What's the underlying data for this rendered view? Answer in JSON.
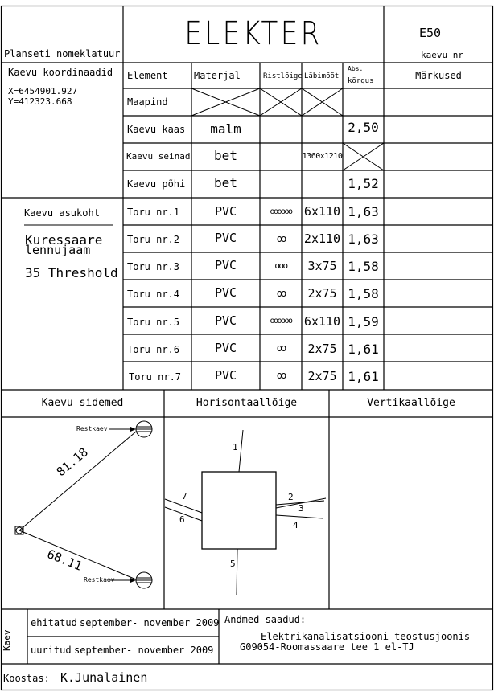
{
  "header": {
    "title": "ELEKTER",
    "nomenclature_label": "Planseti nomeklatuur",
    "well_number": "E50",
    "well_number_label": "kaevu nr"
  },
  "coordinates": {
    "label": "Kaevu koordinaadid",
    "x": "X=6454901.927",
    "y": "Y=412323.668"
  },
  "table": {
    "headers": {
      "element": "Element",
      "material": "Materjal",
      "cross": "Ristlõige",
      "diameter": "Läbimõõt",
      "abs_line1": "Abs.",
      "abs_line2": "kõrgus",
      "notes": "Märkused"
    },
    "rows": [
      {
        "element": "Maapind",
        "material": "",
        "cross": "",
        "diameter": "",
        "height": ""
      },
      {
        "element": "Kaevu kaas",
        "material": "malm",
        "cross": "",
        "diameter": "",
        "height": "2,50"
      },
      {
        "element": "Kaevu seinad",
        "material": "bet",
        "cross": "",
        "diameter": "1360x1210",
        "height": ""
      },
      {
        "element": "Kaevu põhi",
        "material": "bet",
        "cross": "",
        "diameter": "",
        "height": "1,52"
      },
      {
        "element": "Toru nr.1",
        "material": "PVC",
        "cross": "oooooo",
        "diameter": "6x110",
        "height": "1,63"
      },
      {
        "element": "Toru nr.2",
        "material": "PVC",
        "cross": "oo",
        "diameter": "2x110",
        "height": "1,63"
      },
      {
        "element": "Toru nr.3",
        "material": "PVC",
        "cross": "ooo",
        "diameter": "3x75",
        "height": "1,58"
      },
      {
        "element": "Toru nr.4",
        "material": "PVC",
        "cross": "oo",
        "diameter": "2x75",
        "height": "1,58"
      },
      {
        "element": "Toru nr.5",
        "material": "PVC",
        "cross": "oooooo",
        "diameter": "6x110",
        "height": "1,59"
      },
      {
        "element": "Toru nr.6",
        "material": "PVC",
        "cross": "oo",
        "diameter": "2x75",
        "height": "1,61"
      },
      {
        "element": "Toru nr.7",
        "material": "PVC",
        "cross": "oo",
        "diameter": "2x75",
        "height": "1,61"
      }
    ]
  },
  "location": {
    "label": "Kaevu asukoht",
    "line1": "Kuressaare",
    "line2": "lennujaam",
    "line3": "35 Threshold"
  },
  "sections": {
    "links": "Kaevu sidemed",
    "horizontal": "Horisontaallõige",
    "vertical": "Vertikaallõige"
  },
  "links_diagram": {
    "target_label": "Restkaev",
    "distance_top": "81.18",
    "distance_bottom": "68.11"
  },
  "horizontal_diagram": {
    "pipe_numbers": [
      "1",
      "2",
      "3",
      "4",
      "5",
      "6",
      "7"
    ]
  },
  "footer": {
    "side_label": "Kaev",
    "built_label": "ehitatud",
    "built_value": "september- november 2009",
    "surveyed_label": "uuritud",
    "surveyed_value": "september- november 2009",
    "data_label": "Andmed saadud:",
    "data_line1": "Elektrikanalisatsiooni teostusjoonis",
    "data_line2": "G09054-Roomassaare tee 1 el-TJ",
    "author_label": "Koostas:",
    "author": "K.Junalainen"
  }
}
